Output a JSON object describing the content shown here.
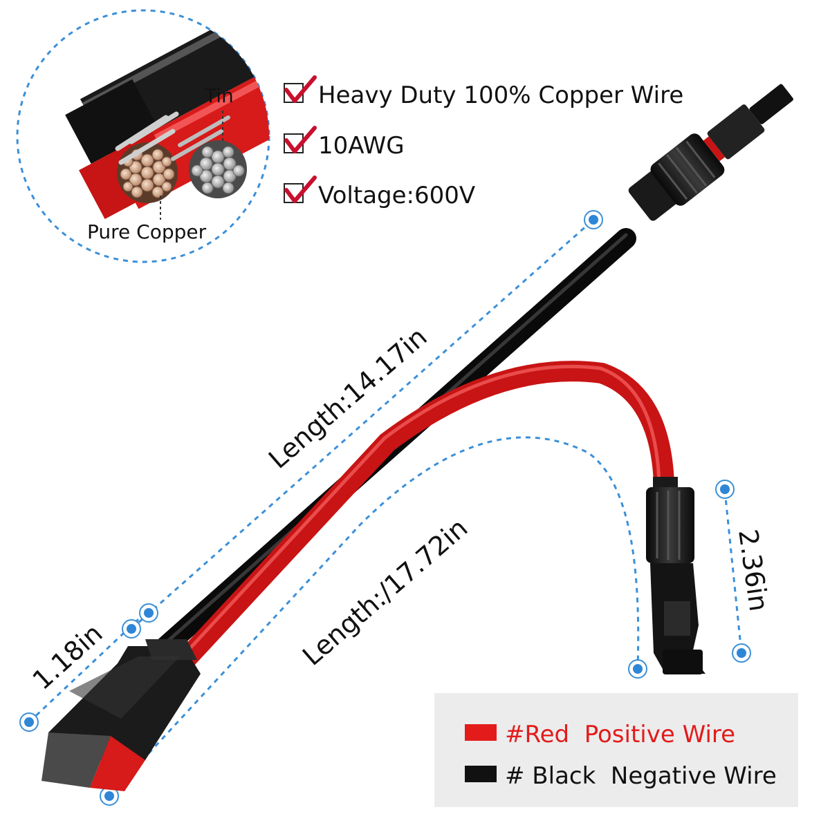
{
  "features": [
    {
      "text": "Heavy Duty 100% Copper Wire",
      "icon": "red-check-icon"
    },
    {
      "text": "10AWG",
      "icon": "red-check-icon"
    },
    {
      "text": "Voltage:600V",
      "icon": "red-check-icon"
    }
  ],
  "inset": {
    "label_tin": "Tin",
    "label_copper": "Pure Copper"
  },
  "dimensions": {
    "black_length": "Length:14.17in",
    "red_length": "Length:/17.72in",
    "connector_mc4": "2.36in",
    "connector_anderson": "1.18in"
  },
  "legend": {
    "red_label": "#Red  Positive Wire",
    "black_label": "# Black  Negative Wire",
    "red_color": "#e31b1b",
    "black_color": "#111111"
  },
  "colors": {
    "red_wire": "#d71a1a",
    "black_wire": "#111111",
    "dashed_line": "#3a8fd8",
    "check": "#c8102e"
  }
}
